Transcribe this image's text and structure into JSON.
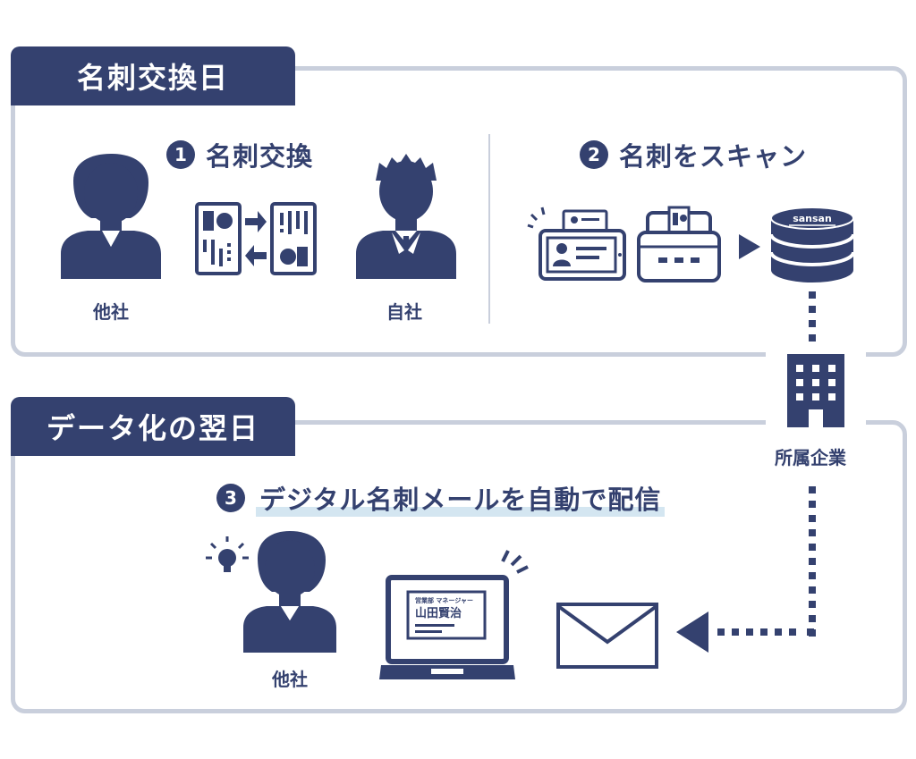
{
  "section1": {
    "tab_label": "名刺交換日"
  },
  "section2": {
    "tab_label": "データ化の翌日"
  },
  "step1": {
    "number": "1",
    "title": "名刺交換"
  },
  "step2": {
    "number": "2",
    "title": "名刺をスキャン"
  },
  "step3": {
    "number": "3",
    "title": "デジタル名刺メールを自動で配信"
  },
  "labels": {
    "other_company": "他社",
    "own_company": "自社",
    "affiliated_company": "所属企業",
    "other_company_2": "他社"
  },
  "sansan_logo": "sansan",
  "digital_card": {
    "department": "営業部 マネージャー",
    "name": "山田賢治"
  },
  "colors": {
    "primary": "#34416f",
    "frame": "#c9cfdc",
    "highlight": "#d4e6f1"
  }
}
